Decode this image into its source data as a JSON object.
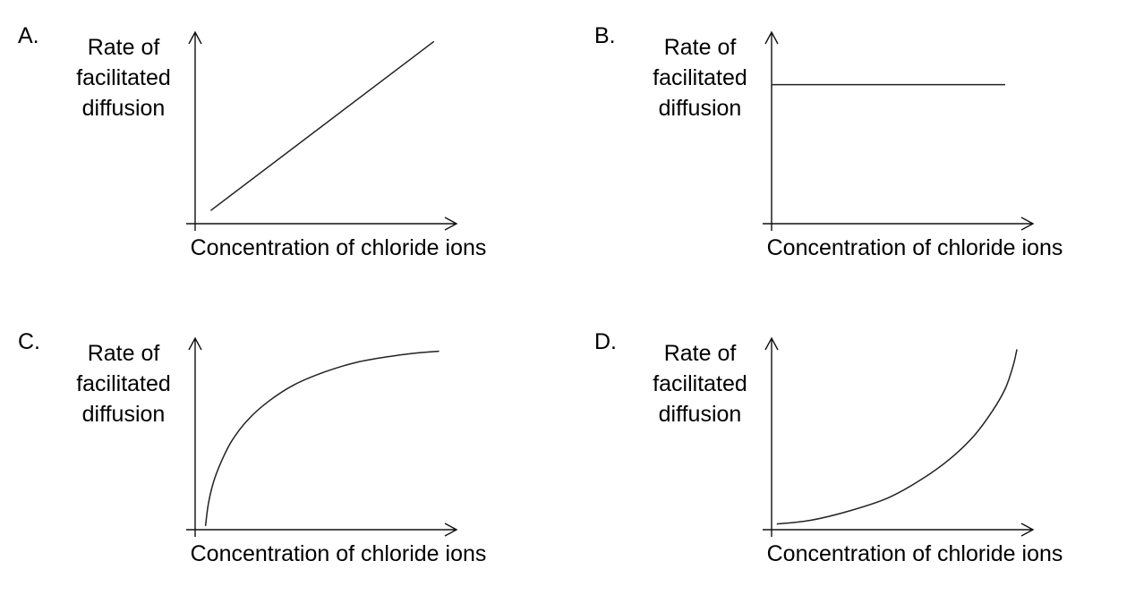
{
  "chart_data": [
    {
      "type": "line",
      "option": "A.",
      "ylabel": [
        "Rate of",
        "facilitated",
        "diffusion"
      ],
      "xlabel": "Concentration of chloride ions",
      "xlim": [
        0,
        1
      ],
      "ylim": [
        0,
        1
      ],
      "series": [
        {
          "x": [
            0.06,
            0.92
          ],
          "y": [
            0.07,
            0.97
          ]
        }
      ]
    },
    {
      "type": "line",
      "option": "B.",
      "ylabel": [
        "Rate of",
        "facilitated",
        "diffusion"
      ],
      "xlabel": "Concentration of chloride ions",
      "xlim": [
        0,
        1
      ],
      "ylim": [
        0,
        1
      ],
      "series": [
        {
          "x": [
            0.0,
            0.9
          ],
          "y": [
            0.74,
            0.74
          ]
        }
      ]
    },
    {
      "type": "line",
      "option": "C.",
      "ylabel": [
        "Rate of",
        "facilitated",
        "diffusion"
      ],
      "xlabel": "Concentration of chloride ions",
      "xlim": [
        0,
        1
      ],
      "ylim": [
        0,
        1
      ],
      "series": [
        {
          "x": [
            0.04,
            0.05,
            0.07,
            0.1,
            0.14,
            0.2,
            0.28,
            0.38,
            0.5,
            0.62,
            0.74,
            0.85,
            0.94
          ],
          "y": [
            0.02,
            0.13,
            0.25,
            0.36,
            0.47,
            0.58,
            0.68,
            0.77,
            0.84,
            0.89,
            0.92,
            0.94,
            0.95
          ]
        }
      ]
    },
    {
      "type": "line",
      "option": "D.",
      "ylabel": [
        "Rate of",
        "facilitated",
        "diffusion"
      ],
      "xlabel": "Concentration of chloride ions",
      "xlim": [
        0,
        1
      ],
      "ylim": [
        0,
        1
      ],
      "series": [
        {
          "x": [
            0.02,
            0.15,
            0.3,
            0.45,
            0.58,
            0.69,
            0.78,
            0.85,
            0.9,
            0.93,
            0.945
          ],
          "y": [
            0.03,
            0.05,
            0.1,
            0.17,
            0.27,
            0.38,
            0.5,
            0.63,
            0.75,
            0.87,
            0.96
          ]
        }
      ]
    }
  ]
}
